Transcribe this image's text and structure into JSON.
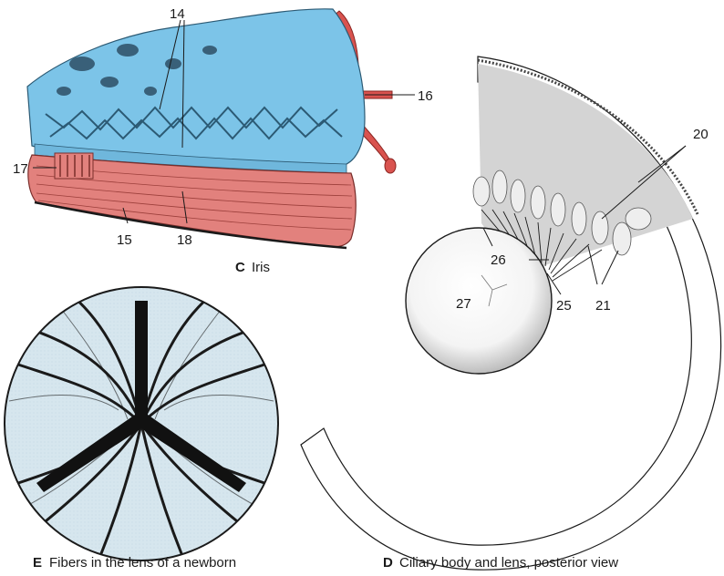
{
  "panels": {
    "iris": {
      "letter": "C",
      "title": "Iris"
    },
    "ciliary": {
      "letter": "D",
      "title": "Ciliary body and lens, posterior view"
    },
    "lens_fibers": {
      "letter": "E",
      "title": "Fibers in the lens of a newborn"
    }
  },
  "labels": {
    "n14": "14",
    "n15": "15",
    "n16": "16",
    "n17": "17",
    "n18": "18",
    "n20": "20",
    "n21": "21",
    "n25": "25",
    "n26": "26",
    "n27": "27"
  },
  "colors": {
    "iris_stroma": "#7cc4e8",
    "iris_muscle": "#e2817d",
    "vessel": "#d9534f",
    "lens_bg": "#d6e6ee",
    "ink": "#1a1a1a"
  }
}
